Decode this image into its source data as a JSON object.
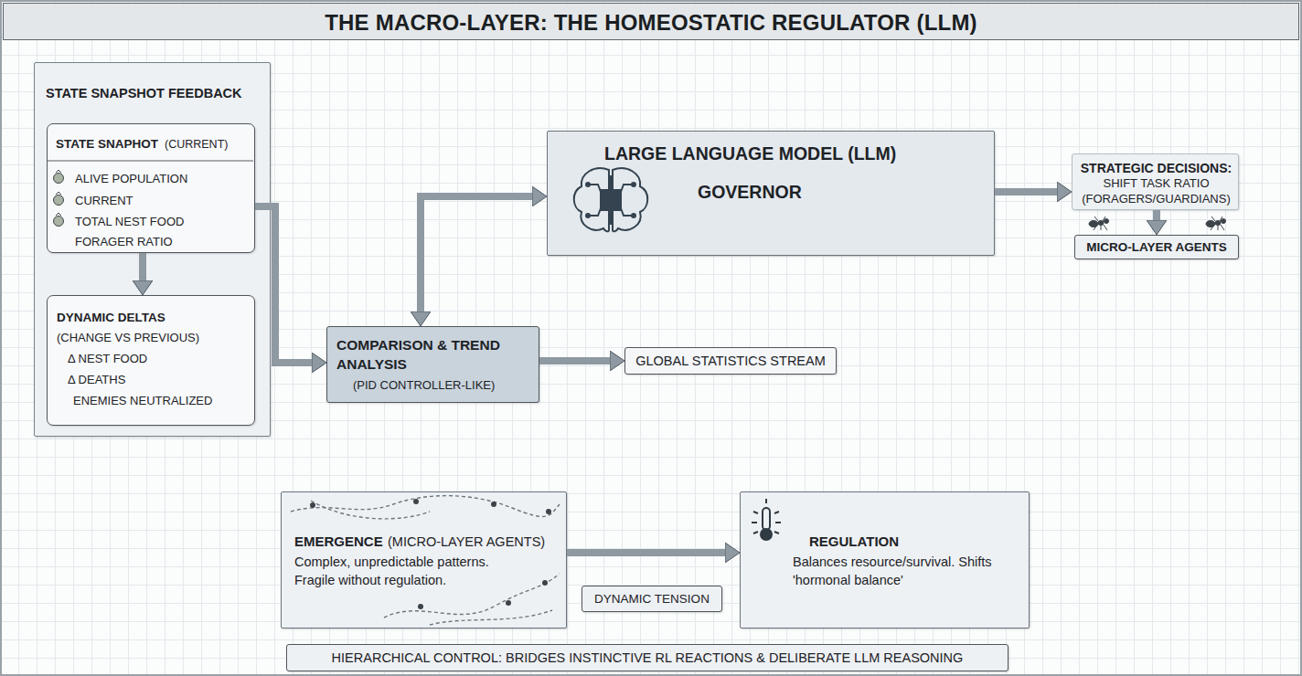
{
  "diagram": {
    "title": "THE MACRO-LAYER: THE HOMEOSTATIC REGULATOR (LLM)",
    "nodes": [
      {
        "text": [
          "STATE SNAPSHOT FEEDBACK"
        ]
      },
      {
        "text": [
          "STATE SNAPHOT",
          "(CURRENT)",
          "ALIVE POPULATION",
          "CURRENT",
          "TOTAL NEST FOOD",
          "FORAGER RATIO"
        ],
        "in": 0
      },
      {
        "text": [
          "DYNAMIC DELTAS",
          "(CHANGE VS PREVIOUS)",
          "Δ NEST FOOD",
          "Δ DEATHS",
          "ENEMIES NEUTRALIZED"
        ],
        "in": 0
      },
      {
        "text": [
          "LARGE LANGUAGE MODEL (LLM)",
          "GOVERNOR"
        ]
      },
      {
        "text": [
          "STRATEGIC DECISIONS:",
          "SHIFT TASK RATIO (FORAGERS/GUARDIANS)"
        ]
      },
      {
        "text": [
          "MICRO-LAYER AGENTS"
        ]
      },
      {
        "text": [
          "COMPARISON & TREND ANALYSIS",
          "(PID CONTROLLER-LIKE)"
        ]
      },
      {
        "text": [
          "GLOBAL STATISTICS STREAM"
        ]
      },
      {
        "text": [
          "EMERGENCE",
          "(MICRO-LAYER AGENTS)",
          "Complex, unpredictable patterns. Fragile without regulation."
        ]
      },
      {
        "text": [
          "DYNAMIC TENSION"
        ]
      },
      {
        "text": [
          "REGULATION",
          "Balances resource/survival. Shifts 'hormonal balance'"
        ]
      },
      {
        "text": [
          "HIERARCHICAL CONTROL: BRIDGES INSTINCTIVE RL REACTIONS & DELIBERATE LLM REASONING"
        ]
      }
    ],
    "edges": [
      {
        "from": 1,
        "to": 2,
        "arrow": "to"
      },
      {
        "from": 1,
        "to": 6,
        "arrow": "to"
      },
      {
        "from": 6,
        "to": 3,
        "arrow": "both"
      },
      {
        "from": 6,
        "to": 7,
        "arrow": "to"
      },
      {
        "from": 3,
        "to": 4,
        "arrow": "to"
      },
      {
        "from": 4,
        "to": 5,
        "arrow": "to"
      },
      {
        "from": 8,
        "to": 10,
        "arrow": "to"
      }
    ]
  }
}
